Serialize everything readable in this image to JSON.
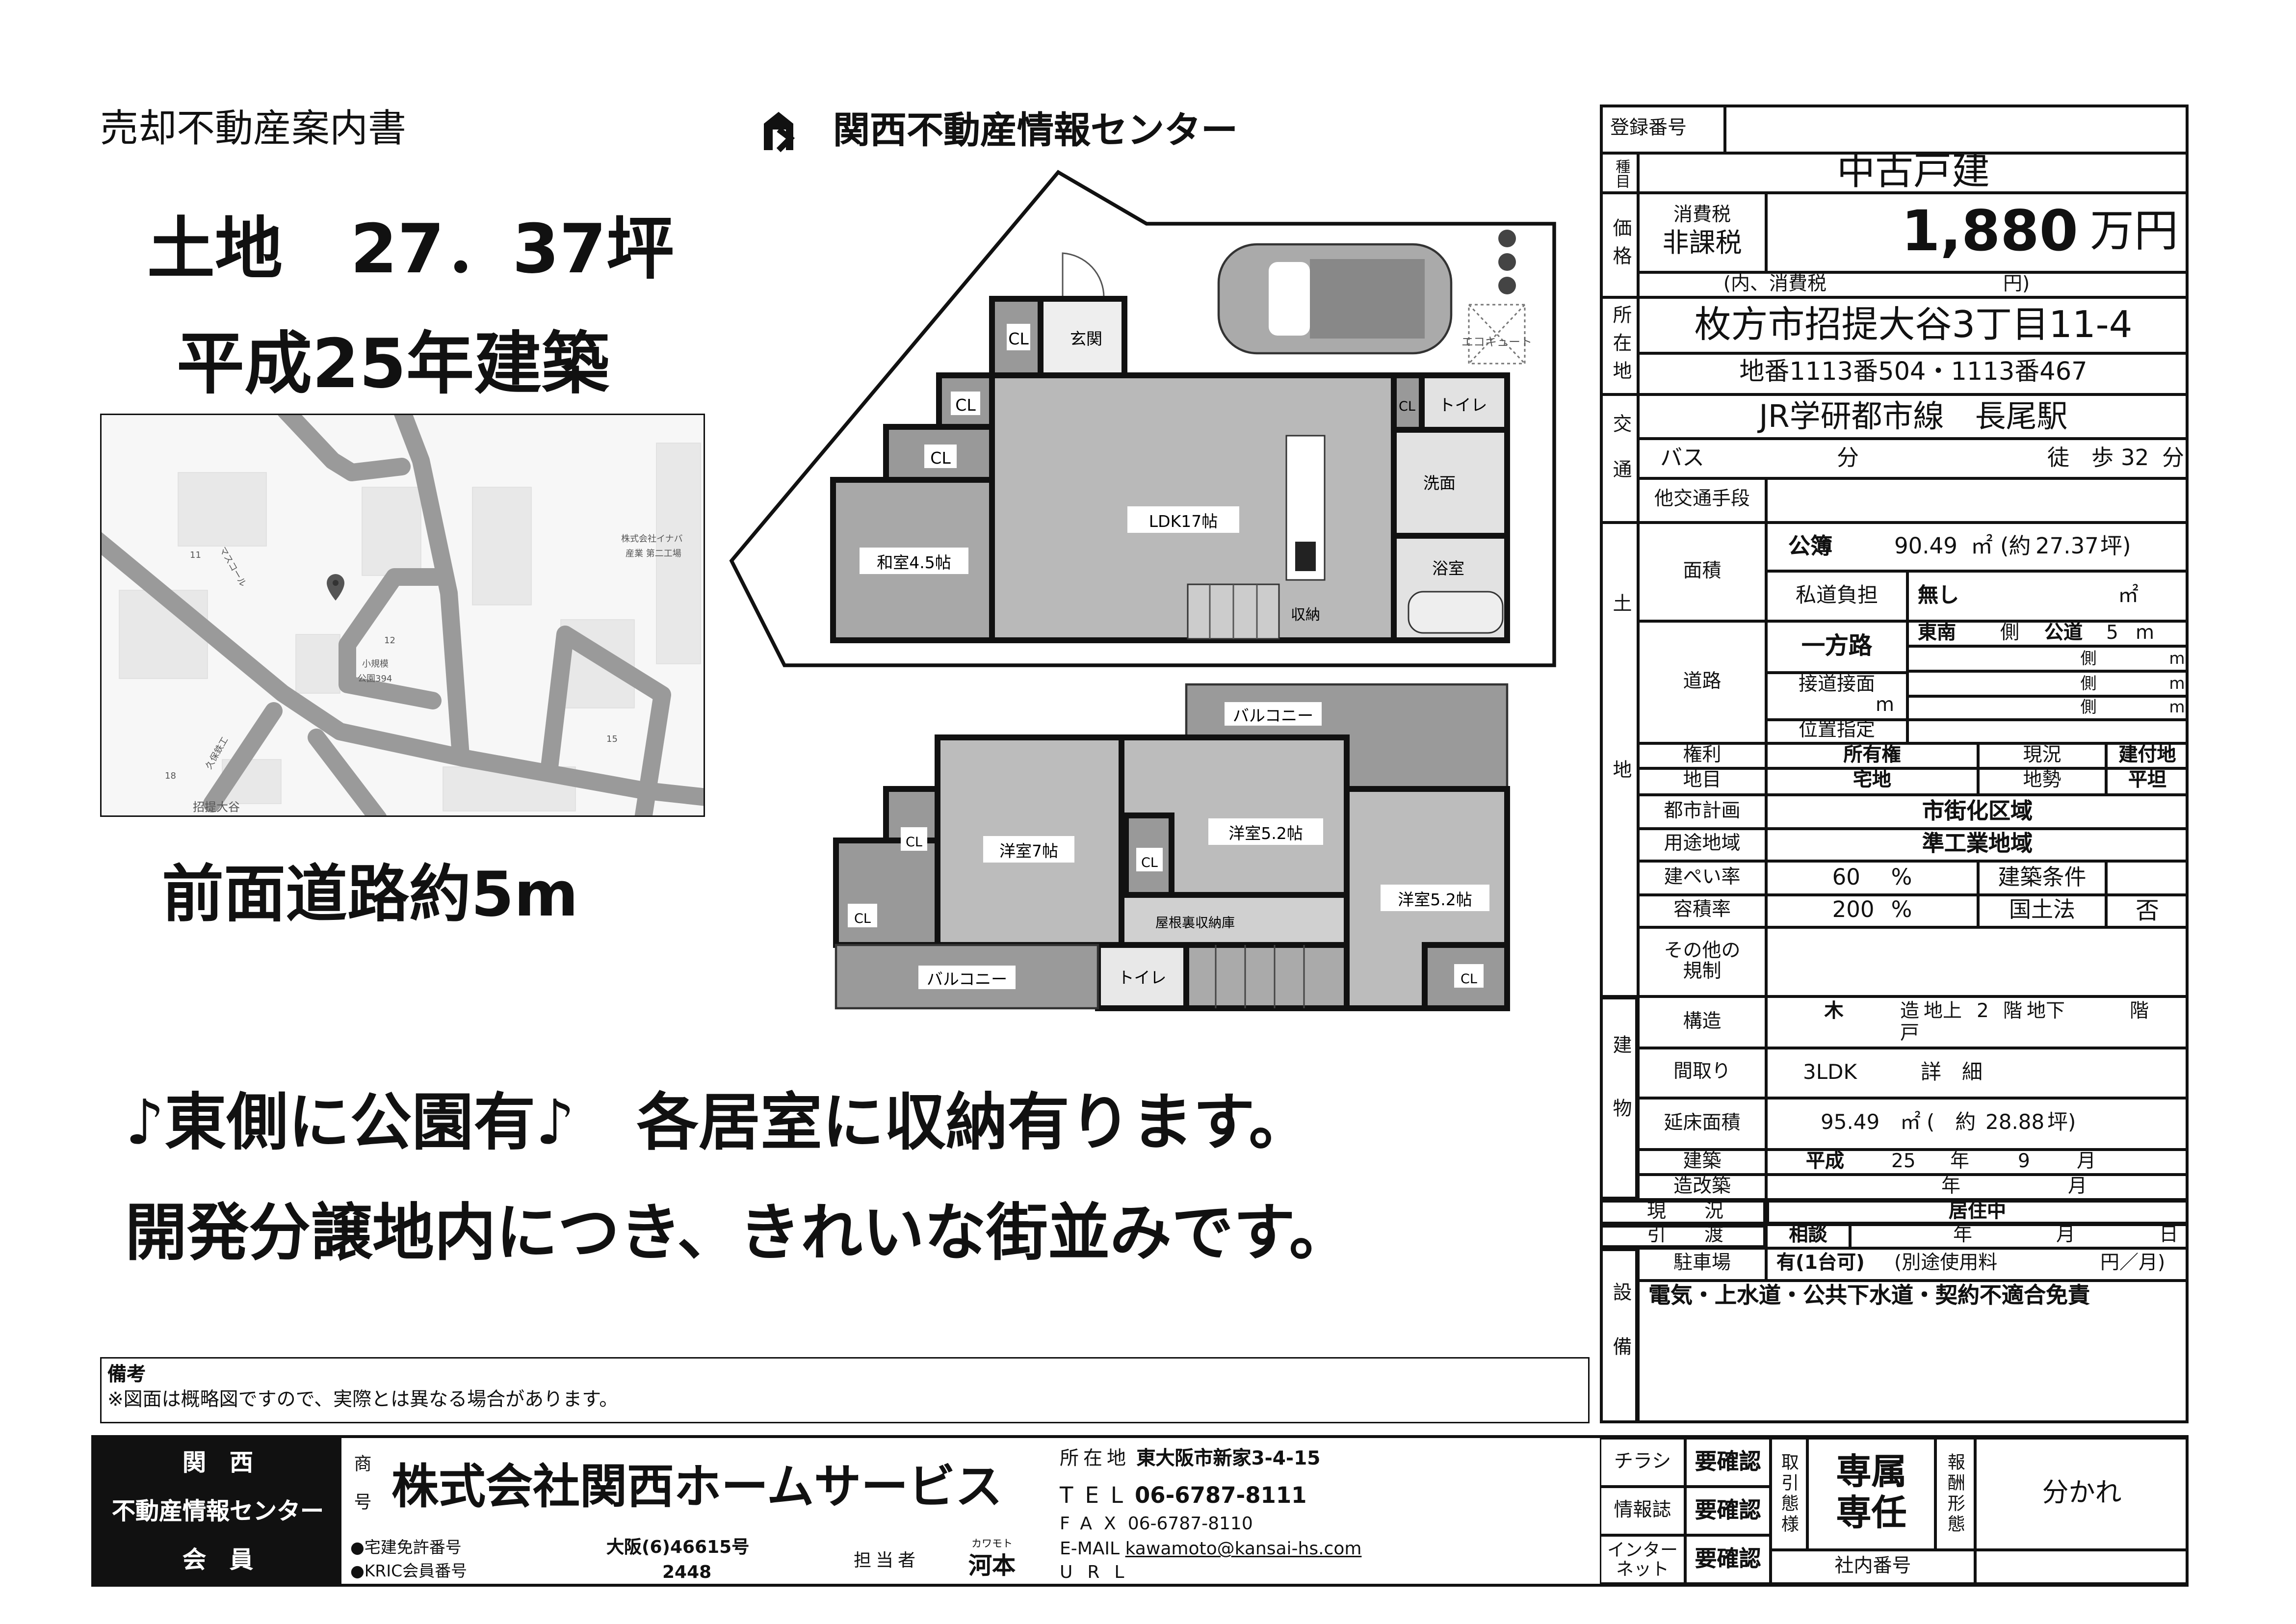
{
  "header": {
    "doc_title": "売却不動産案内書",
    "brand": "関西不動産情報センター",
    "brand_logo": "kr-house-logo"
  },
  "highlights": {
    "land": "土地　27．37坪",
    "built": "平成25年建築",
    "road": "前面道路約5m",
    "line1": "♪東側に公園有♪　各居室に収納有ります。",
    "line2": "開発分譲地内につき、きれいな街並みです。"
  },
  "map": {
    "labels": {
      "n11": "11",
      "masukoru": "マスコール",
      "n12": "12",
      "park1": "小規模",
      "park2": "公園394",
      "company1": "株式会社イナバ",
      "company2": "産業 第二工場",
      "n15": "15",
      "n18": "18",
      "kubo": "久保鉄工",
      "area": "招提大谷"
    },
    "marker": "map-pin-icon"
  },
  "floor1": {
    "genkan": "玄関",
    "cl": "CL",
    "toilet": "トイレ",
    "senmen": "洗面",
    "yokushitsu": "浴室",
    "washitsu": "和室4.5帖",
    "ldk": "LDK17帖",
    "shuno": "収納",
    "ecocute": "エコキュート"
  },
  "floor2": {
    "balcony": "バルコニー",
    "room7": "洋室7帖",
    "room52": "洋室5.2帖",
    "cl": "CL",
    "attic": "屋根裏収納庫",
    "toilet": "トイレ"
  },
  "remarks": {
    "label": "備考",
    "text": "※図面は概略図ですので、実際とは異なる場合があります。"
  },
  "spec": {
    "reg_no_label": "登録番号",
    "reg_no": "",
    "type_label": "種目",
    "type": "中古戸建",
    "price_label": "価格",
    "tax_label": "消費税",
    "tax_status": "非課税",
    "price": "1,880",
    "price_unit": "万円",
    "tax_incl_open": "(内、消費税",
    "tax_incl_close": "円)",
    "loc_label": "所在地",
    "address": "枚方市招提大谷3丁目11-4",
    "lot": "地番1113番504・1113番467",
    "transit_label": "交通",
    "line": "JR学研都市線　長尾駅",
    "bus": "バス",
    "min": "分",
    "walk": "徒　歩",
    "walk_min": "32",
    "other_transit": "他交通手段",
    "land_label": "土地",
    "area_label": "面積",
    "area_kind": "公簿",
    "area_m2": "90.49",
    "m2": "㎡",
    "area_tsubo_open": "(約",
    "area_tsubo": "27.37",
    "tsubo_close": "坪)",
    "private_road_label": "私道負担",
    "private_road": "無し",
    "road_label": "道路",
    "road_type": "一方路",
    "road_dir": "東南",
    "side": "側",
    "road_kind": "公道",
    "road_width": "5",
    "m": "m",
    "frontage_label": "接道接面",
    "position_label": "位置指定",
    "rights_label": "権利",
    "rights": "所有権",
    "status_label": "現況",
    "status": "建付地",
    "chimoku_label": "地目",
    "chimoku": "宅地",
    "terrain_label": "地勢",
    "terrain": "平坦",
    "city_plan_label": "都市計画",
    "city_plan": "市街化区域",
    "zoning_label": "用途地域",
    "zoning": "準工業地域",
    "bcr_label": "建ぺい率",
    "bcr": "60",
    "pct": "%",
    "cond_label": "建築条件",
    "cond": "",
    "far_label": "容積率",
    "far": "200",
    "kokudo_label": "国土法",
    "kokudo": "否",
    "other_reg_label": "その他の規制",
    "bldg_label": "建物",
    "structure_label": "構造",
    "structure": "木",
    "zo": "造",
    "above": "地上",
    "floors": "2",
    "kai": "階",
    "below": "地下",
    "ko": "戸",
    "layout_label": "間取り",
    "layout": "3LDK",
    "detail": "詳　細",
    "floor_area_label": "延床面積",
    "floor_area": "95.49",
    "floor_tsubo_open": "(　約",
    "floor_tsubo": "28.88",
    "built_label": "建築",
    "era": "平成",
    "year": "25",
    "nen": "年",
    "month": "9",
    "gatsu": "月",
    "reno_label": "造改築",
    "current_label": "現　　況",
    "current": "居住中",
    "handover_label": "引　　渡",
    "handover": "相談",
    "day": "日",
    "equip_label": "設備",
    "parking_label": "駐車場",
    "parking": "有(1台可)",
    "parking_fee": "(別途使用料",
    "parking_unit": "円／月)",
    "equipment": "電気・上水道・公共下水道・契約不適合免責"
  },
  "footer": {
    "member1": "関　西",
    "member2": "不動産情報センター",
    "member3": "会　員",
    "shogo_label": "商号",
    "company": "株式会社関西ホームサービス",
    "addr_label": "所在地",
    "addr": "東大阪市新家3-4-15",
    "tel_label": "TEL",
    "tel": "06-6787-8111",
    "fax_label": "FAX",
    "fax": "06-6787-8110",
    "email_label": "E-MAIL",
    "email": "kawamoto@kansai-hs.com",
    "url_label": "URL",
    "license_label": "●宅建免許番号",
    "license": "大阪(6)46615号",
    "kric_label": "●KRIC会員番号",
    "kric": "2448",
    "staff_label": "担当者",
    "staff_kana": "カワモト",
    "staff": "河本",
    "flyer_label": "チラシ",
    "magazine_label": "情報誌",
    "internet_label": "インターネット",
    "confirm": "要確認",
    "deal_label": "取引態様",
    "deal": "専属専任",
    "fee_label": "報酬形態",
    "fee": "分かれ",
    "inhouse_label": "社内番号"
  }
}
